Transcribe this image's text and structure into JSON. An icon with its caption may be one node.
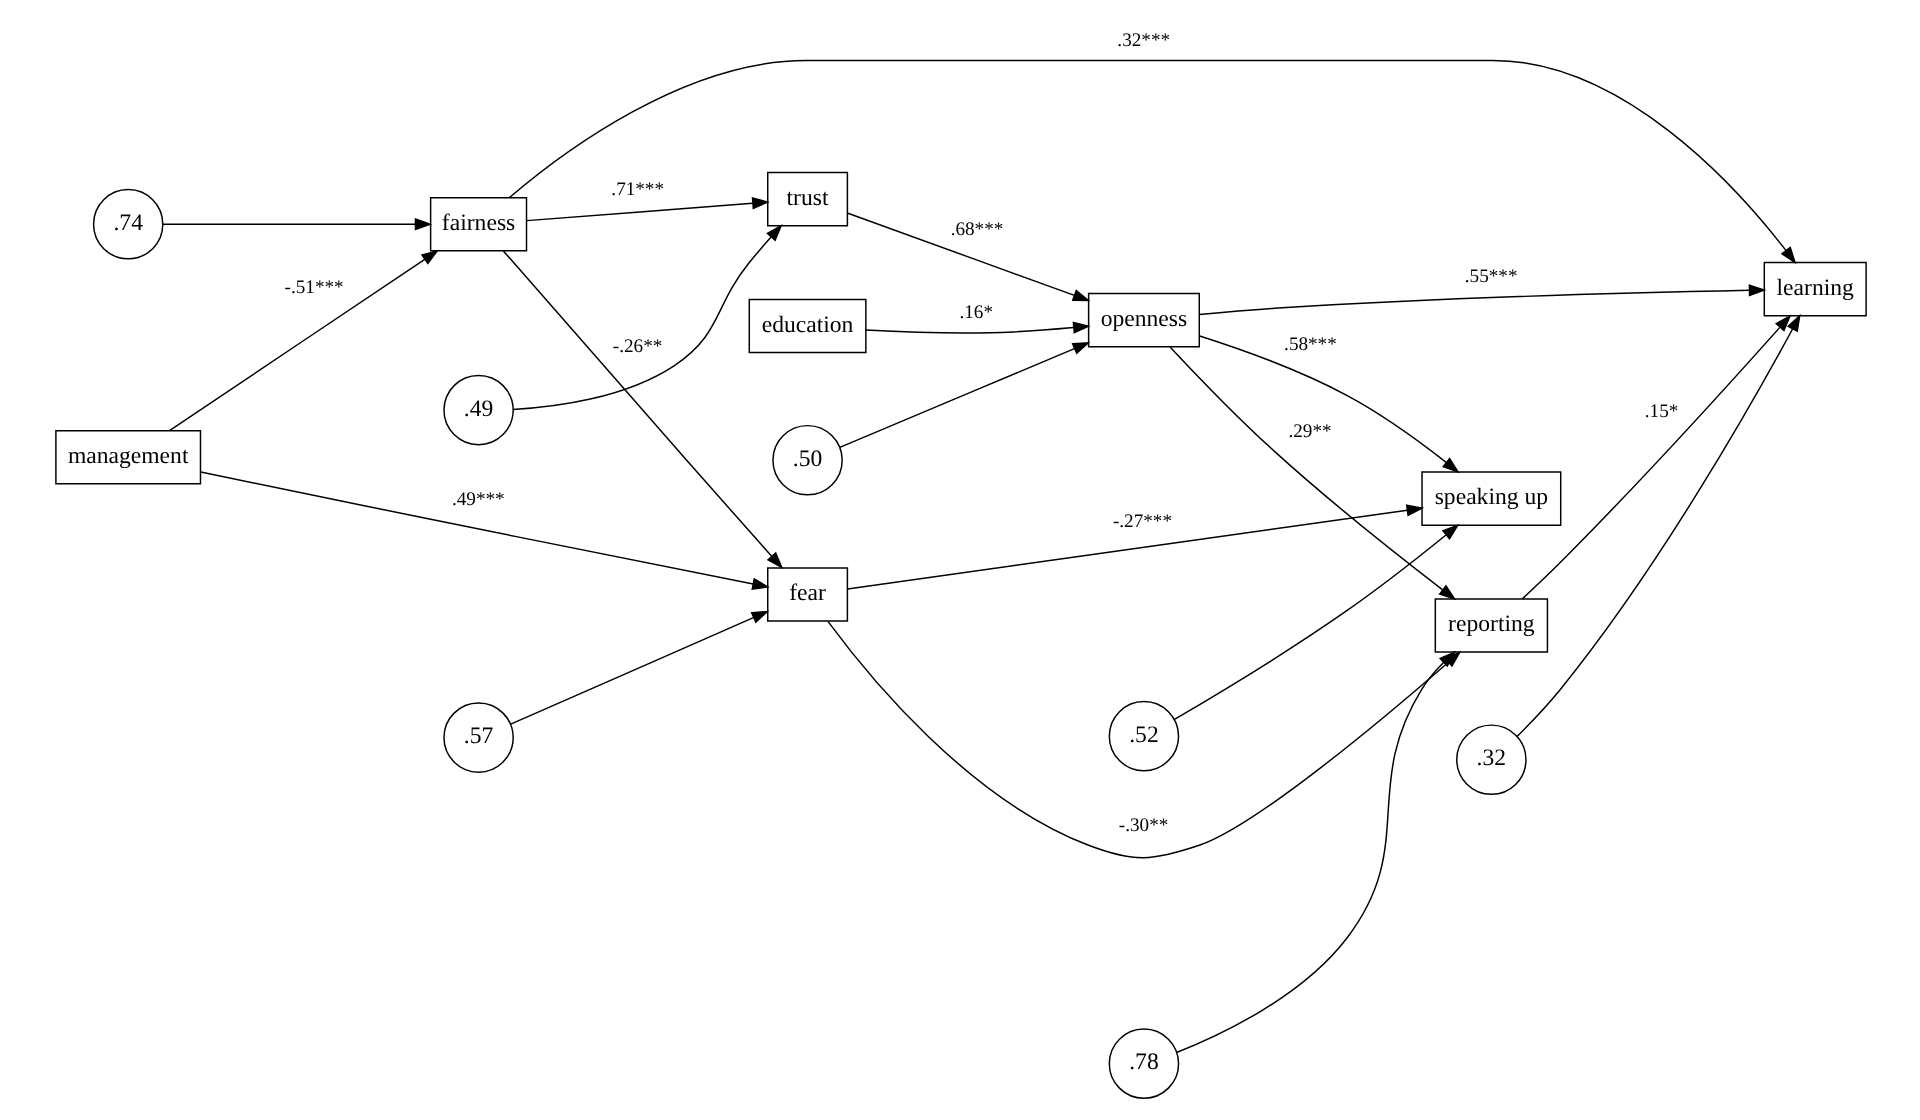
{
  "diagram": {
    "nodes": [
      {
        "text": [
          "management"
        ]
      },
      {
        "text": [
          "fear"
        ]
      },
      {
        "text": [
          "fairness"
        ]
      },
      {
        "text": [
          "trust"
        ]
      },
      {
        "text": [
          "education"
        ]
      },
      {
        "text": [
          "openness"
        ]
      },
      {
        "text": [
          "speaking up"
        ]
      },
      {
        "text": [
          "reporting"
        ]
      },
      {
        "text": [
          "learning"
        ]
      },
      {
        "text": [
          ".57"
        ]
      },
      {
        "text": [
          ".74"
        ]
      },
      {
        "text": [
          ".49"
        ]
      },
      {
        "text": [
          ".50"
        ]
      },
      {
        "text": [
          ".52"
        ]
      },
      {
        "text": [
          ".78"
        ]
      },
      {
        "text": [
          ".32"
        ]
      }
    ],
    "edges": [
      {
        "from": 0,
        "to": 1,
        "arrow": "to",
        "label": ".49***"
      },
      {
        "from": 0,
        "to": 2,
        "arrow": "to",
        "label": "-.51***"
      },
      {
        "from": 2,
        "to": 1,
        "arrow": "to",
        "label": "-.26**"
      },
      {
        "from": 2,
        "to": 3,
        "arrow": "to",
        "label": ".71***"
      },
      {
        "from": 3,
        "to": 5,
        "arrow": "to",
        "label": ".68***"
      },
      {
        "from": 4,
        "to": 5,
        "arrow": "to",
        "label": ".16*"
      },
      {
        "from": 1,
        "to": 6,
        "arrow": "to",
        "label": "-.27***"
      },
      {
        "from": 1,
        "to": 7,
        "arrow": "to",
        "label": "-.30**"
      },
      {
        "from": 2,
        "to": 8,
        "arrow": "to",
        "label": ".32***"
      },
      {
        "from": 5,
        "to": 6,
        "arrow": "to",
        "label": ".58***"
      },
      {
        "from": 5,
        "to": 7,
        "arrow": "to",
        "label": ".29**"
      },
      {
        "from": 5,
        "to": 8,
        "arrow": "to",
        "label": ".55***"
      },
      {
        "from": 7,
        "to": 8,
        "arrow": "to",
        "label": ".15*"
      },
      {
        "from": 9,
        "to": 1,
        "arrow": "to"
      },
      {
        "from": 10,
        "to": 2,
        "arrow": "to"
      },
      {
        "from": 11,
        "to": 3,
        "arrow": "to"
      },
      {
        "from": 12,
        "to": 5,
        "arrow": "to"
      },
      {
        "from": 13,
        "to": 6,
        "arrow": "to"
      },
      {
        "from": 14,
        "to": 7,
        "arrow": "to"
      },
      {
        "from": 15,
        "to": 8,
        "arrow": "to"
      }
    ]
  }
}
